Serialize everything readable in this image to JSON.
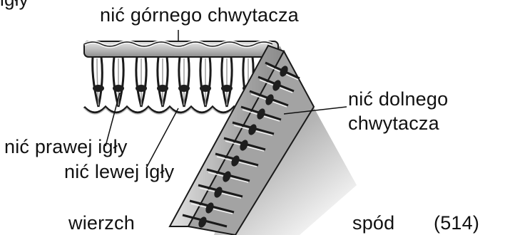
{
  "labels": {
    "top_cutoff": "igły",
    "upper_looper_thread": "nić górnego chwytacza",
    "lower_looper_thread_line1": "nić dolnego",
    "lower_looper_thread_line2": "chwytacza",
    "right_needle_thread": "nić prawej igły",
    "left_needle_thread": "nić lewej igły",
    "face_side": "wierzch",
    "back_side": "spód",
    "figure_number": "(514)"
  },
  "colors": {
    "text": "#111111",
    "outline": "#1a1a1a",
    "fabric_light": "#d9d9d9",
    "fabric_mid": "#a8a8a8",
    "fabric_dark": "#6e6e6e",
    "thread_light": "#f2f2f2",
    "stitch_dark": "#1e1e1e"
  }
}
